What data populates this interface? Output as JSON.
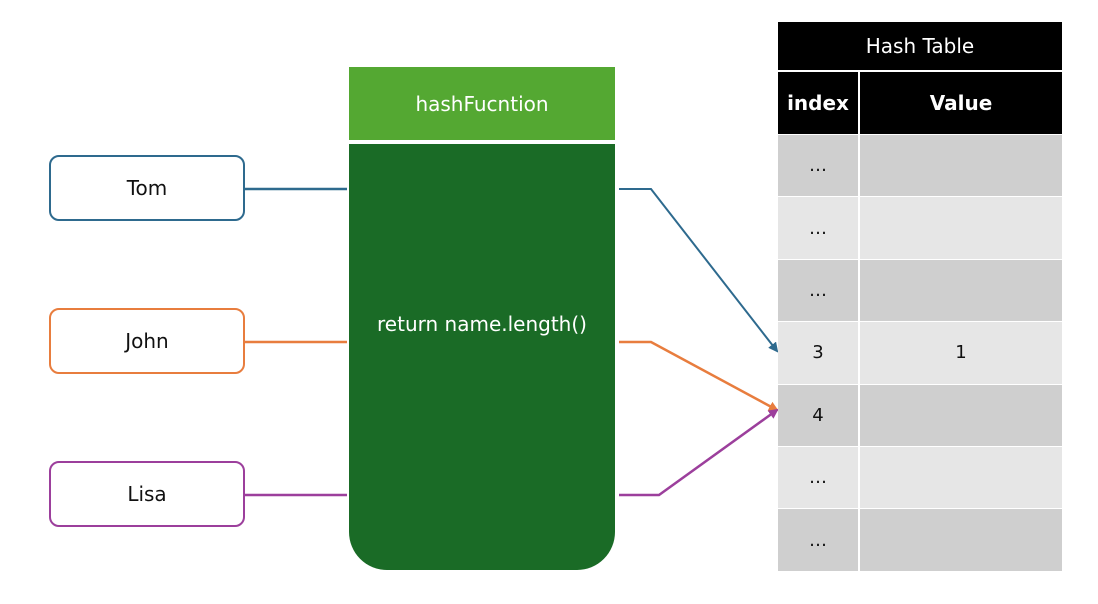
{
  "inputs": [
    {
      "label": "Tom",
      "color": "#2e6a8e"
    },
    {
      "label": "John",
      "color": "#e87d3e"
    },
    {
      "label": "Lisa",
      "color": "#9c3f9c"
    }
  ],
  "hash_function": {
    "title": "hashFucntion",
    "body": "return name.length()",
    "header_color": "#54a832",
    "body_color": "#1a6b26"
  },
  "hash_table": {
    "title": "Hash Table",
    "columns": [
      "index",
      "Value"
    ],
    "rows": [
      {
        "index": "…",
        "value": ""
      },
      {
        "index": "…",
        "value": ""
      },
      {
        "index": "…",
        "value": ""
      },
      {
        "index": "3",
        "value": "1"
      },
      {
        "index": "4",
        "value": ""
      },
      {
        "index": "…",
        "value": ""
      },
      {
        "index": "…",
        "value": ""
      }
    ]
  }
}
